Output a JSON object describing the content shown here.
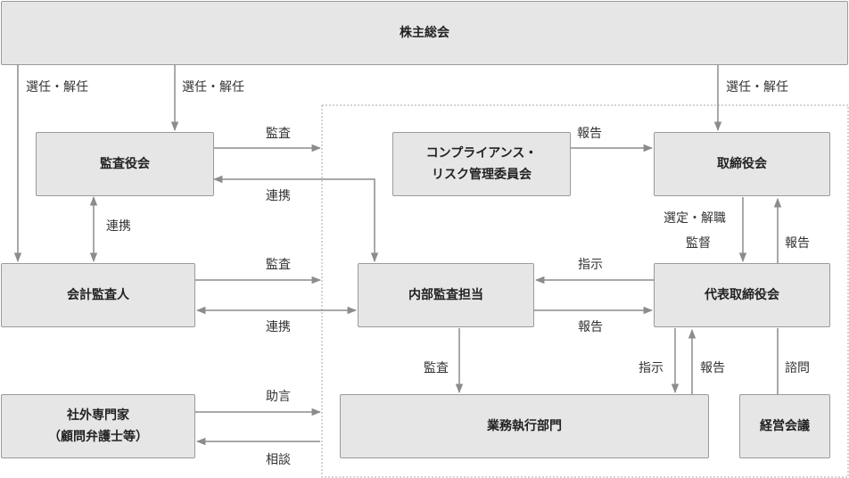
{
  "colors": {
    "box_fill": "#e6e6e6",
    "box_border": "#9a9a9a",
    "line": "#8c8c8c",
    "dashed": "#aaaaaa"
  },
  "boxes": {
    "shareholders": "株主総会",
    "audit_board": "監査役会",
    "accountant": "会計監査人",
    "experts_line1": "社外専門家",
    "experts_line2": "（顧問弁護士等）",
    "compliance_line1": "コンプライアンス・",
    "compliance_line2": "リスク管理委員会",
    "board": "取締役会",
    "internal_audit": "内部監査担当",
    "ceo": "代表取締役会",
    "operations": "業務執行部門",
    "mgmt_meeting": "経営会議"
  },
  "labels": {
    "elect_left": "選任・解任",
    "elect_mid": "選任・解任",
    "elect_right": "選任・解任",
    "audit_top": "監査",
    "coop_top": "連携",
    "coop_vertical": "連携",
    "audit_acct": "監査",
    "coop_acct": "連携",
    "advice": "助言",
    "consult": "相談",
    "report_compliance": "報告",
    "instruct_ia": "指示",
    "report_ia": "報告",
    "appoint_line1": "選定・解職",
    "appoint_line2": "監督",
    "report_board": "報告",
    "audit_ops": "監査",
    "instruct_ops": "指示",
    "report_ops": "報告",
    "consult_mgmt": "諮問"
  }
}
